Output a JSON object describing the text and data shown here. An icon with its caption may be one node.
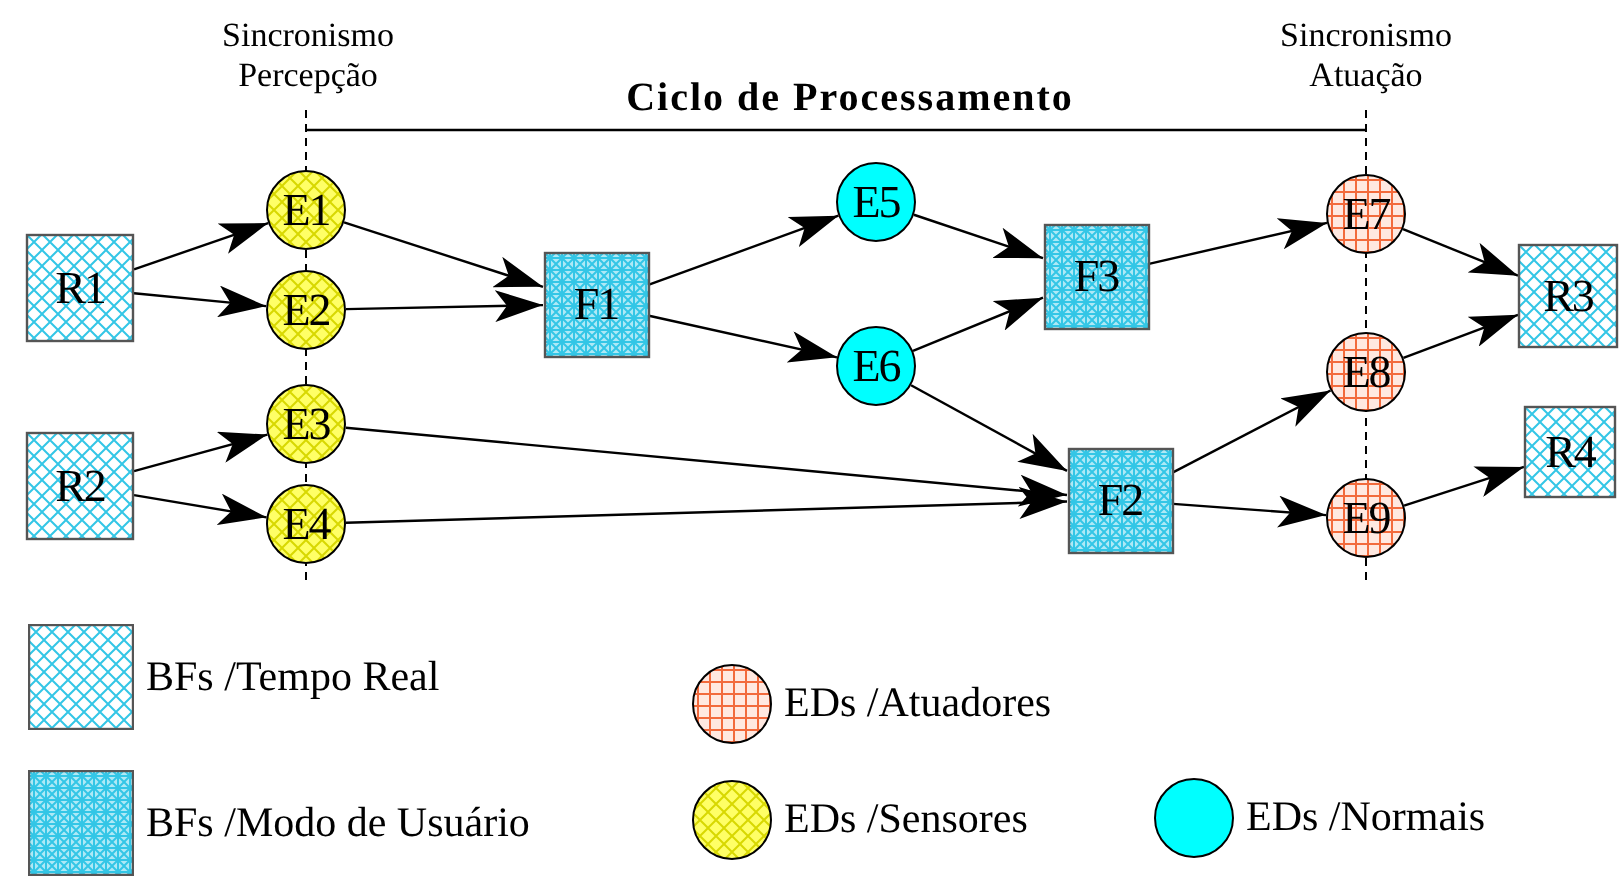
{
  "diagram": {
    "nodes": [
      {
        "text": [
          "R1"
        ]
      },
      {
        "text": [
          "R2"
        ]
      },
      {
        "text": [
          "E1"
        ]
      },
      {
        "text": [
          "E2"
        ]
      },
      {
        "text": [
          "E3"
        ]
      },
      {
        "text": [
          "E4"
        ]
      },
      {
        "text": [
          "F1"
        ]
      },
      {
        "text": [
          "E5"
        ]
      },
      {
        "text": [
          "E6"
        ]
      },
      {
        "text": [
          "F3"
        ]
      },
      {
        "text": [
          "F2"
        ]
      },
      {
        "text": [
          "E7"
        ]
      },
      {
        "text": [
          "E8"
        ]
      },
      {
        "text": [
          "E9"
        ]
      },
      {
        "text": [
          "R3"
        ]
      },
      {
        "text": [
          "R4"
        ]
      }
    ],
    "edges": [
      {
        "from": 0,
        "to": 2,
        "arrow": "to"
      },
      {
        "from": 0,
        "to": 3,
        "arrow": "to"
      },
      {
        "from": 1,
        "to": 4,
        "arrow": "to"
      },
      {
        "from": 1,
        "to": 5,
        "arrow": "to"
      },
      {
        "from": 2,
        "to": 6,
        "arrow": "to"
      },
      {
        "from": 3,
        "to": 6,
        "arrow": "to"
      },
      {
        "from": 4,
        "to": 10,
        "arrow": "to"
      },
      {
        "from": 5,
        "to": 10,
        "arrow": "to"
      },
      {
        "from": 6,
        "to": 7,
        "arrow": "to"
      },
      {
        "from": 6,
        "to": 8,
        "arrow": "to"
      },
      {
        "from": 7,
        "to": 9,
        "arrow": "to"
      },
      {
        "from": 8,
        "to": 9,
        "arrow": "to"
      },
      {
        "from": 8,
        "to": 10,
        "arrow": "to"
      },
      {
        "from": 9,
        "to": 11,
        "arrow": "to"
      },
      {
        "from": 10,
        "to": 12,
        "arrow": "to"
      },
      {
        "from": 10,
        "to": 13,
        "arrow": "to"
      },
      {
        "from": 11,
        "to": 14,
        "arrow": "to"
      },
      {
        "from": 12,
        "to": 14,
        "arrow": "to"
      },
      {
        "from": 13,
        "to": 15,
        "arrow": "to"
      }
    ],
    "labels": [
      "Sincronismo Percepção",
      "Ciclo de Processamento",
      "Sincronismo Atuação"
    ],
    "legend": [
      {
        "text": "BFs /Tempo Real"
      },
      {
        "text": "EDs /Atuadores"
      },
      {
        "text": "BFs /Modo de Usuário"
      },
      {
        "text": "EDs /Sensores"
      },
      {
        "text": "EDs /Normais",
        "color": "#00ffff"
      }
    ]
  }
}
